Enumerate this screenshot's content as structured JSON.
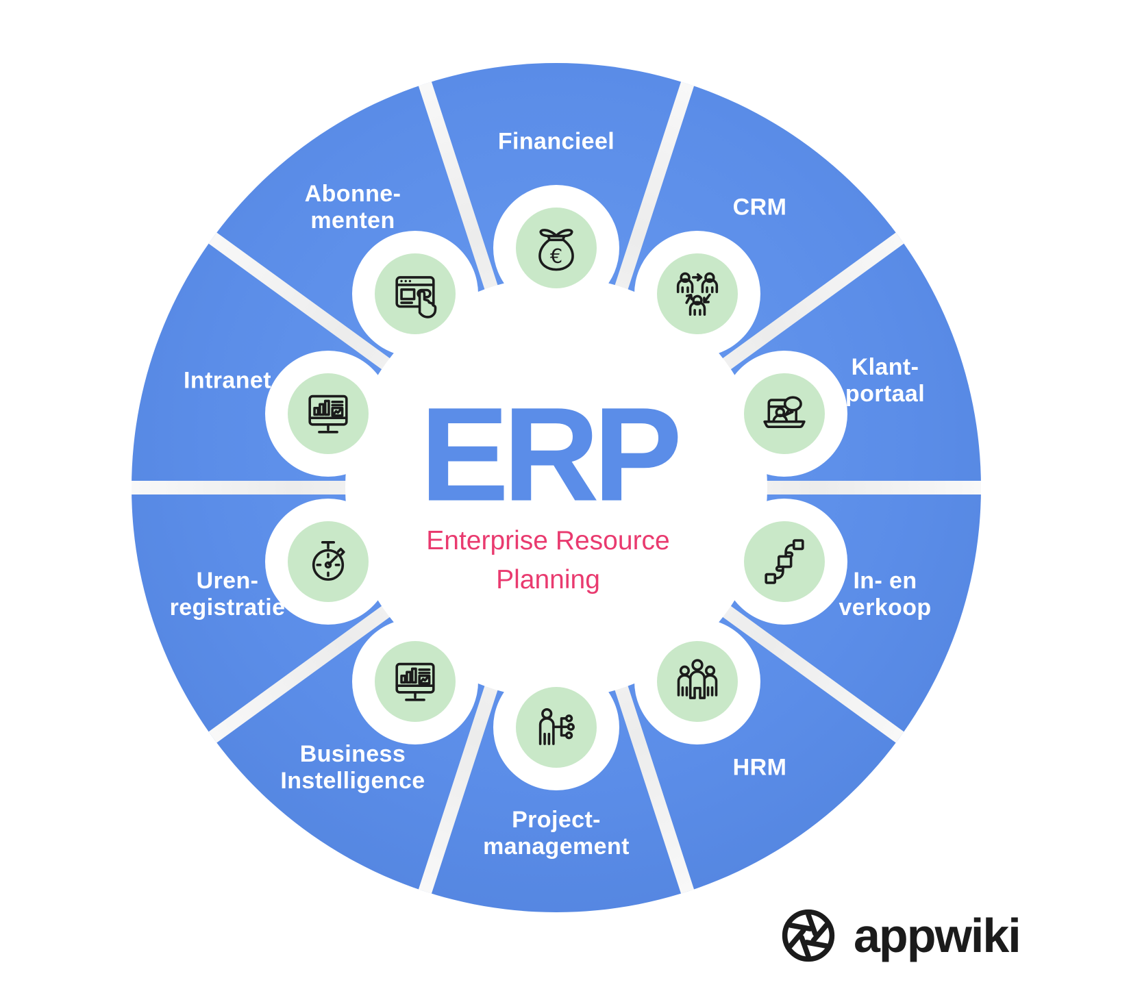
{
  "center": {
    "acronym": "ERP",
    "subtitle_line1": "Enterprise Resource",
    "subtitle_line2": "Planning"
  },
  "segments": [
    {
      "id": "financieel",
      "label_lines": [
        "Financieel"
      ],
      "icon": "money-bag-euro-icon",
      "icon_symbol": "€"
    },
    {
      "id": "crm",
      "label_lines": [
        "CRM"
      ],
      "icon": "people-cycle-icon"
    },
    {
      "id": "klantportaal",
      "label_lines": [
        "Klant-",
        "portaal"
      ],
      "icon": "laptop-chat-icon"
    },
    {
      "id": "inenverkoop",
      "label_lines": [
        "In- en",
        "verkoop"
      ],
      "icon": "hands-exchange-box-icon"
    },
    {
      "id": "hrm",
      "label_lines": [
        "HRM"
      ],
      "icon": "people-group-icon"
    },
    {
      "id": "projectmanagement",
      "label_lines": [
        "Project-",
        "management"
      ],
      "icon": "person-hierarchy-icon"
    },
    {
      "id": "businessintelligence",
      "label_lines": [
        "Business",
        "Instelligence"
      ],
      "icon": "dashboard-monitor-icon"
    },
    {
      "id": "urenregistratie",
      "label_lines": [
        "Uren-",
        "registratie"
      ],
      "icon": "stopwatch-icon"
    },
    {
      "id": "intranet",
      "label_lines": [
        "Intranet"
      ],
      "icon": "monitor-chart-icon"
    },
    {
      "id": "abonnementen",
      "label_lines": [
        "Abonne-",
        "menten"
      ],
      "icon": "browser-click-icon"
    }
  ],
  "branding": {
    "logo_text": "appwiki",
    "logo_icon": "aperture-shutter-icon"
  },
  "colors": {
    "segment_blue": "#5B8DE8",
    "icon_circle_green": "#C9E8C8",
    "accent_pink": "#E93A6F",
    "erp_text_blue": "#5B8DE8",
    "line_black": "#1B1B1B",
    "background": "#FFFFFF"
  }
}
